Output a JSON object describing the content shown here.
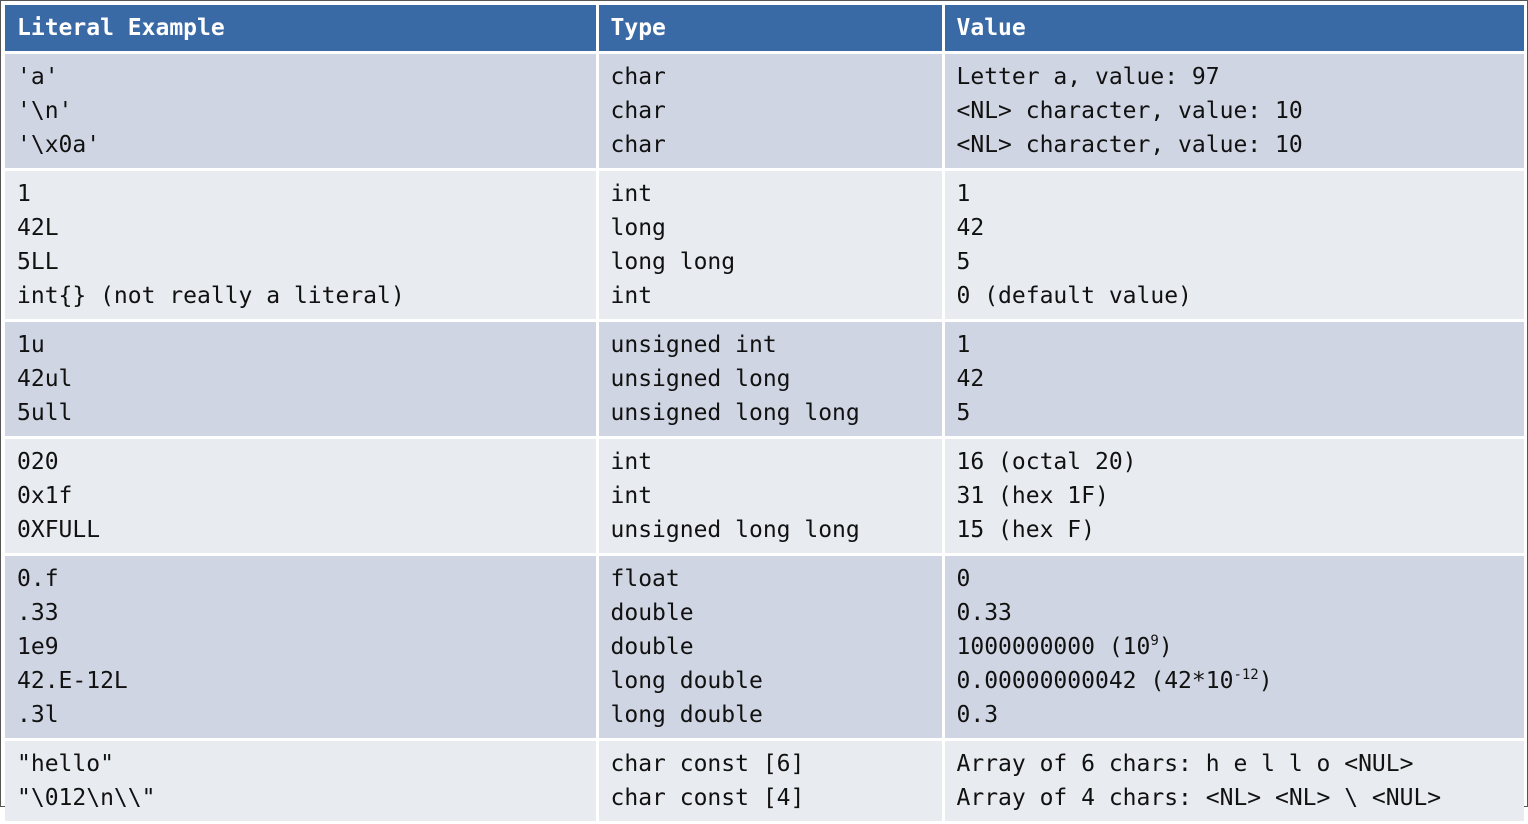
{
  "table": {
    "headers": [
      "Literal Example",
      "Type",
      "Value"
    ],
    "groups": [
      {
        "literal": [
          "'a'",
          "'\\n'",
          "'\\x0a'"
        ],
        "type": [
          "char",
          "char",
          "char"
        ],
        "value": [
          "Letter a, value: 97",
          "<NL> character, value: 10",
          "<NL> character, value: 10"
        ]
      },
      {
        "literal": [
          "1",
          "42L",
          "5LL",
          "int{} (not really a literal)"
        ],
        "type": [
          "int",
          "long",
          "long long",
          "int"
        ],
        "value": [
          "1",
          "42",
          "5",
          "0 (default value)"
        ]
      },
      {
        "literal": [
          "1u",
          "42ul",
          "5ull"
        ],
        "type": [
          "unsigned int",
          "unsigned long",
          "unsigned long long"
        ],
        "value": [
          "1",
          "42",
          "5"
        ]
      },
      {
        "literal": [
          "020",
          "0x1f",
          "0XFULL"
        ],
        "type": [
          "int",
          "int",
          "unsigned long long"
        ],
        "value": [
          "16 (octal 20)",
          "31 (hex 1F)",
          "15 (hex F)"
        ]
      },
      {
        "literal": [
          "0.f",
          ".33",
          "1e9",
          "42.E-12L",
          ".3l"
        ],
        "type": [
          "float",
          "double",
          "double",
          "long double",
          "long double"
        ],
        "value": [
          "0",
          "0.33",
          "1000000000 (10",
          "0.00000000042 (42*10",
          "0.3"
        ],
        "superscripts": {
          "2": "9",
          "3": "-12"
        },
        "suffixes": {
          "2": ")",
          "3": ")"
        }
      },
      {
        "literal": [
          "\"hello\"",
          "\"\\012\\n\\\\\""
        ],
        "type": [
          "char const [6]",
          "char const [4]"
        ],
        "value": [
          "Array of 6 chars: h e l l o <NUL>",
          "Array of 4 chars: <NL> <NL> \\ <NUL>"
        ]
      }
    ]
  },
  "colors": {
    "header_bg": "#3a6aa6",
    "row_dark": "#cfd5e2",
    "row_light": "#e8ebf0"
  }
}
